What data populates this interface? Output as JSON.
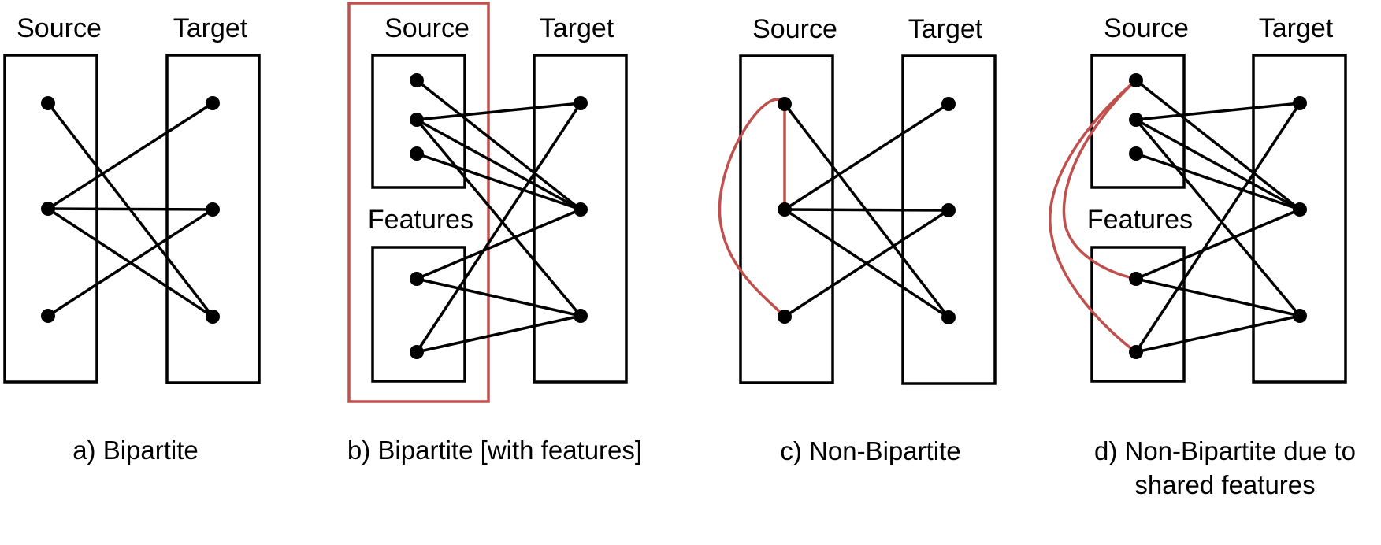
{
  "colors": {
    "line": "#000000",
    "highlight": "#c0504d"
  },
  "panels": [
    {
      "id": "a",
      "source_label": "Source",
      "target_label": "Target",
      "caption_lines": [
        "a) Bipartite"
      ]
    },
    {
      "id": "b",
      "source_label": "Source",
      "target_label": "Target",
      "features_label": "Features",
      "caption_lines": [
        "b) Bipartite [with features]"
      ]
    },
    {
      "id": "c",
      "source_label": "Source",
      "target_label": "Target",
      "caption_lines": [
        "c) Non-Bipartite"
      ]
    },
    {
      "id": "d",
      "source_label": "Source",
      "target_label": "Target",
      "features_label": "Features",
      "caption_lines": [
        "d) Non-Bipartite due to",
        "shared features"
      ]
    }
  ]
}
